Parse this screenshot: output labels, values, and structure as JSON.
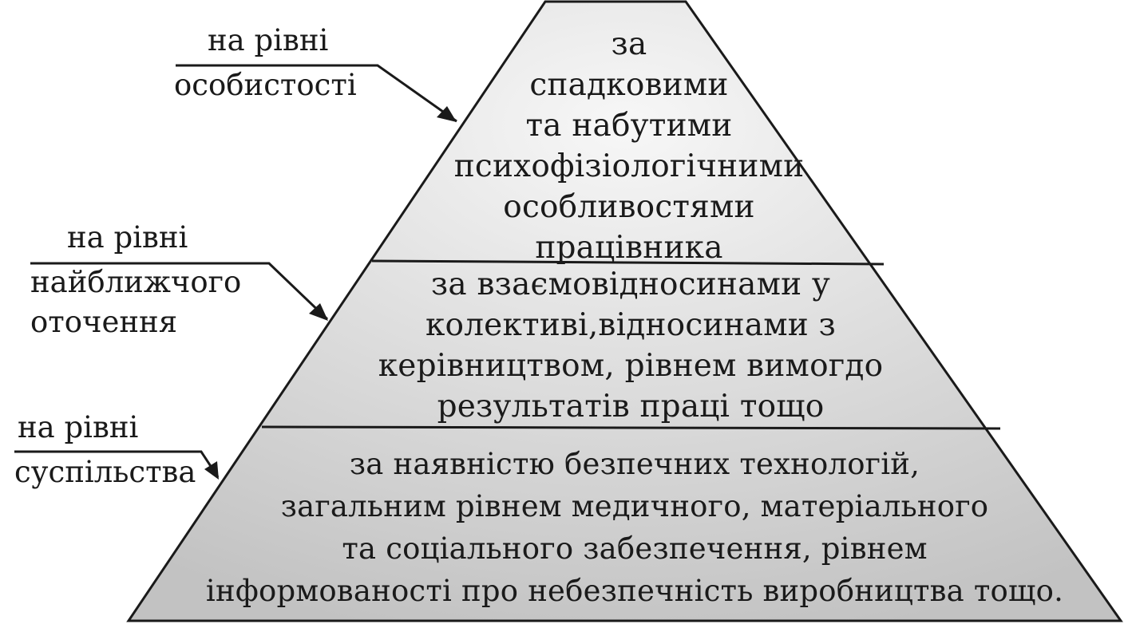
{
  "colors": {
    "outline": "#1a1a1a",
    "fill_light": "#f7f7f7",
    "fill_dark": "#c2c2c2",
    "text": "#1a1a1a"
  },
  "tiers": [
    {
      "lines": [
        "за",
        "спадковими",
        "та набутими",
        "психофізіологічними",
        "особливостями",
        "працівника"
      ]
    },
    {
      "lines": [
        "за взаємовідносинами у",
        "колективі,відносинами з",
        "керівництвом, рівнем вимогдо",
        "результатів праці тощо"
      ]
    },
    {
      "lines": [
        "за наявністю безпечних технологій,",
        "загальним рівнем медичного, матеріального",
        "та соціального забезпечення, рівнем",
        "інформованості про небезпечність виробництва тощо."
      ]
    }
  ],
  "side_labels": [
    {
      "lines": [
        "на рівні",
        "особистості"
      ]
    },
    {
      "lines": [
        "на рівні",
        "найближчого",
        "оточення"
      ]
    },
    {
      "lines": [
        "на рівні",
        "суспільства"
      ]
    }
  ]
}
